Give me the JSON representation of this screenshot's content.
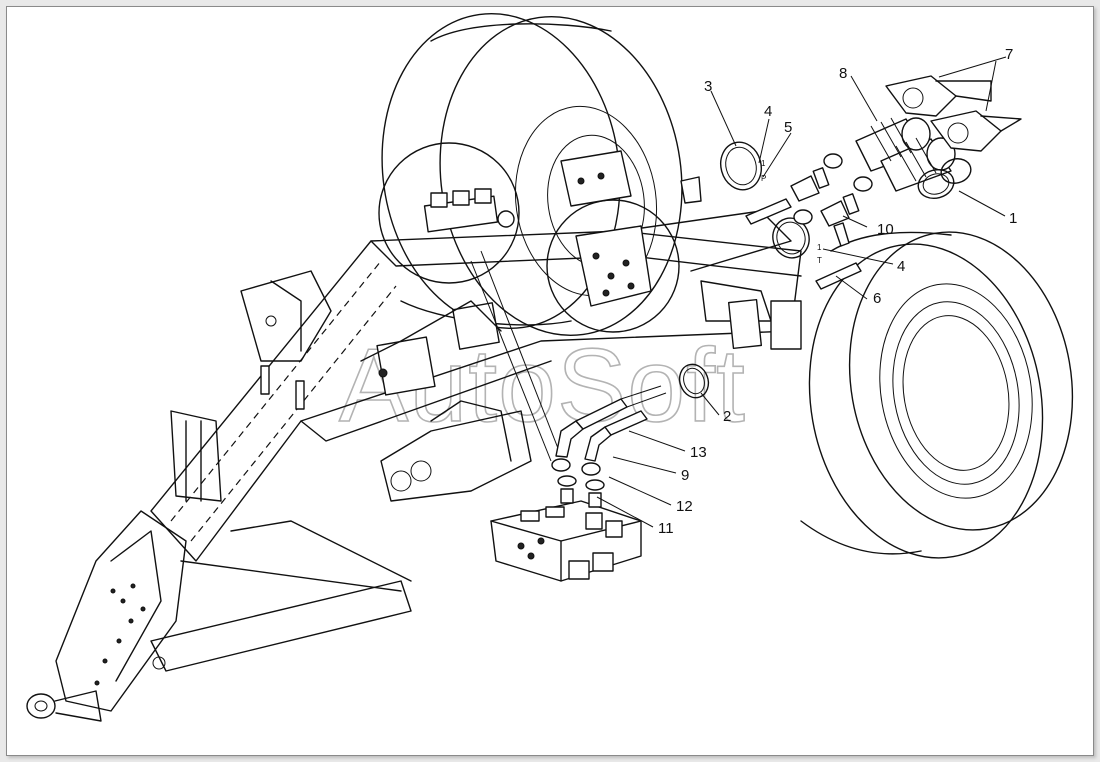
{
  "watermark": "AutoSoft",
  "callouts": [
    {
      "id": "c1",
      "label": "1"
    },
    {
      "id": "c2",
      "label": "2"
    },
    {
      "id": "c3",
      "label": "3"
    },
    {
      "id": "c4a",
      "label": "4"
    },
    {
      "id": "c4b",
      "label": "4"
    },
    {
      "id": "c5",
      "label": "5"
    },
    {
      "id": "c6",
      "label": "6"
    },
    {
      "id": "c7",
      "label": "7"
    },
    {
      "id": "c8",
      "label": "8"
    },
    {
      "id": "c9",
      "label": "9"
    },
    {
      "id": "c10",
      "label": "10"
    },
    {
      "id": "c11",
      "label": "11"
    },
    {
      "id": "c12",
      "label": "12"
    },
    {
      "id": "c13",
      "label": "13"
    }
  ],
  "fitting_marks": {
    "p_one": "1",
    "p": "P",
    "t_one": "1",
    "t": "T"
  }
}
